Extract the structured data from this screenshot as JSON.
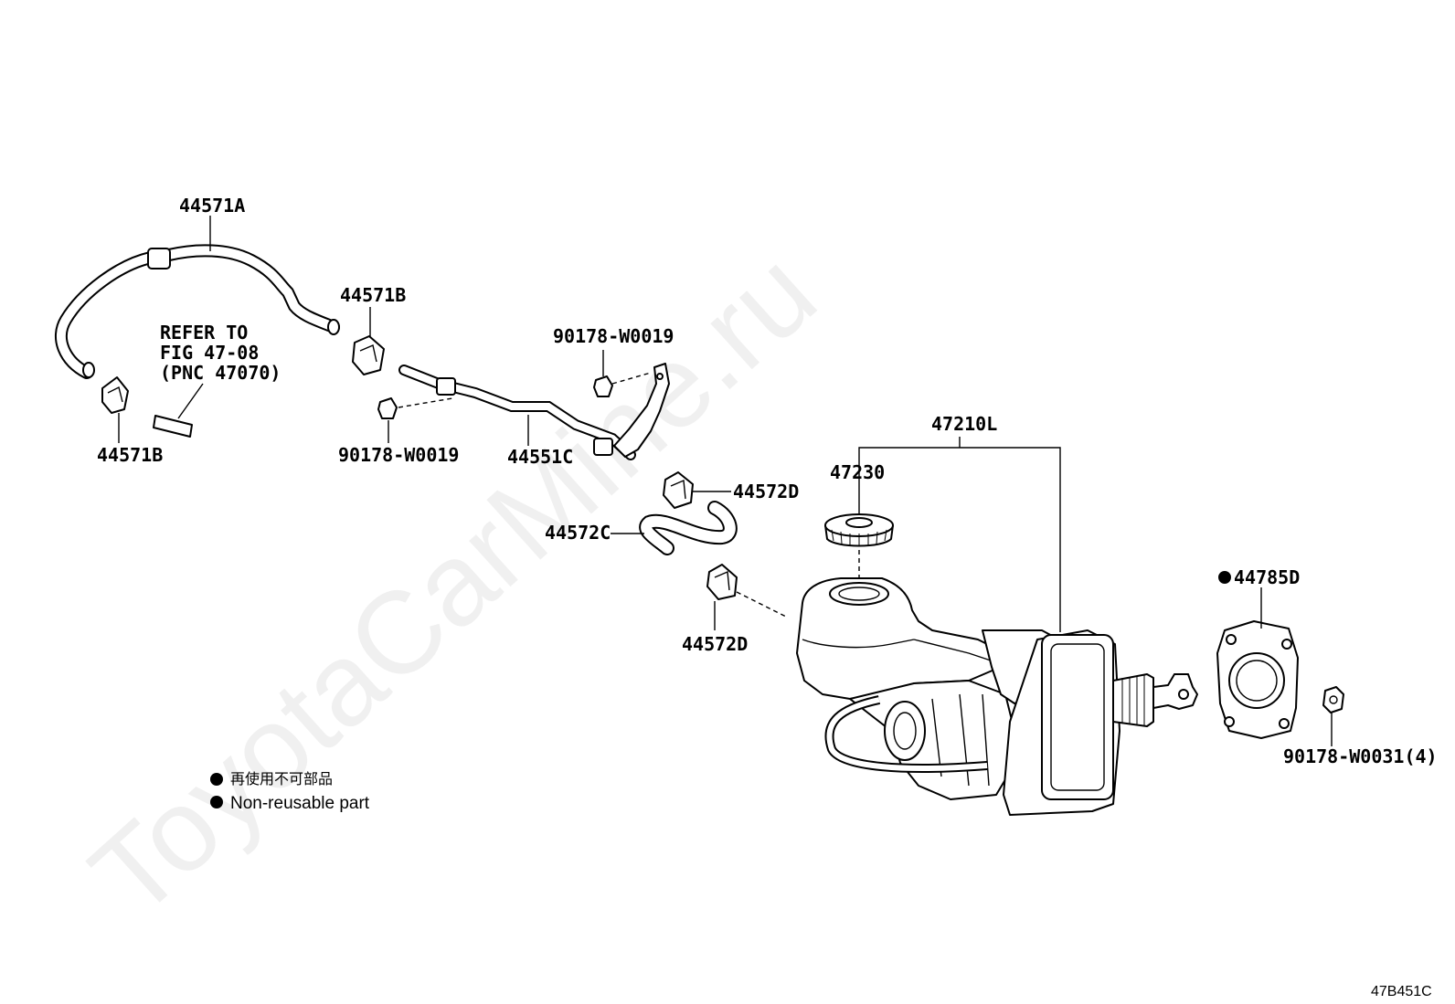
{
  "watermark": "ToyotaCarMine.ru",
  "callouts": {
    "p44571A": "44571A",
    "p44571B_top": "44571B",
    "p44571B_left": "44571B",
    "p90178_W0019_top": "90178-W0019",
    "p90178_W0019_left": "90178-W0019",
    "p44551C": "44551C",
    "p44572D_top": "44572D",
    "p44572C": "44572C",
    "p44572D_bottom": "44572D",
    "p47210L": "47210L",
    "p47230": "47230",
    "p44785D": "44785D",
    "p90178_W0031": "90178-W0031(4)"
  },
  "refer_note": [
    "REFER TO",
    "FIG 47-08",
    "(PNC 47070)"
  ],
  "legend": {
    "japanese": "再使用不可部品",
    "english": "Non-reusable part"
  },
  "figure_id": "47B451C"
}
